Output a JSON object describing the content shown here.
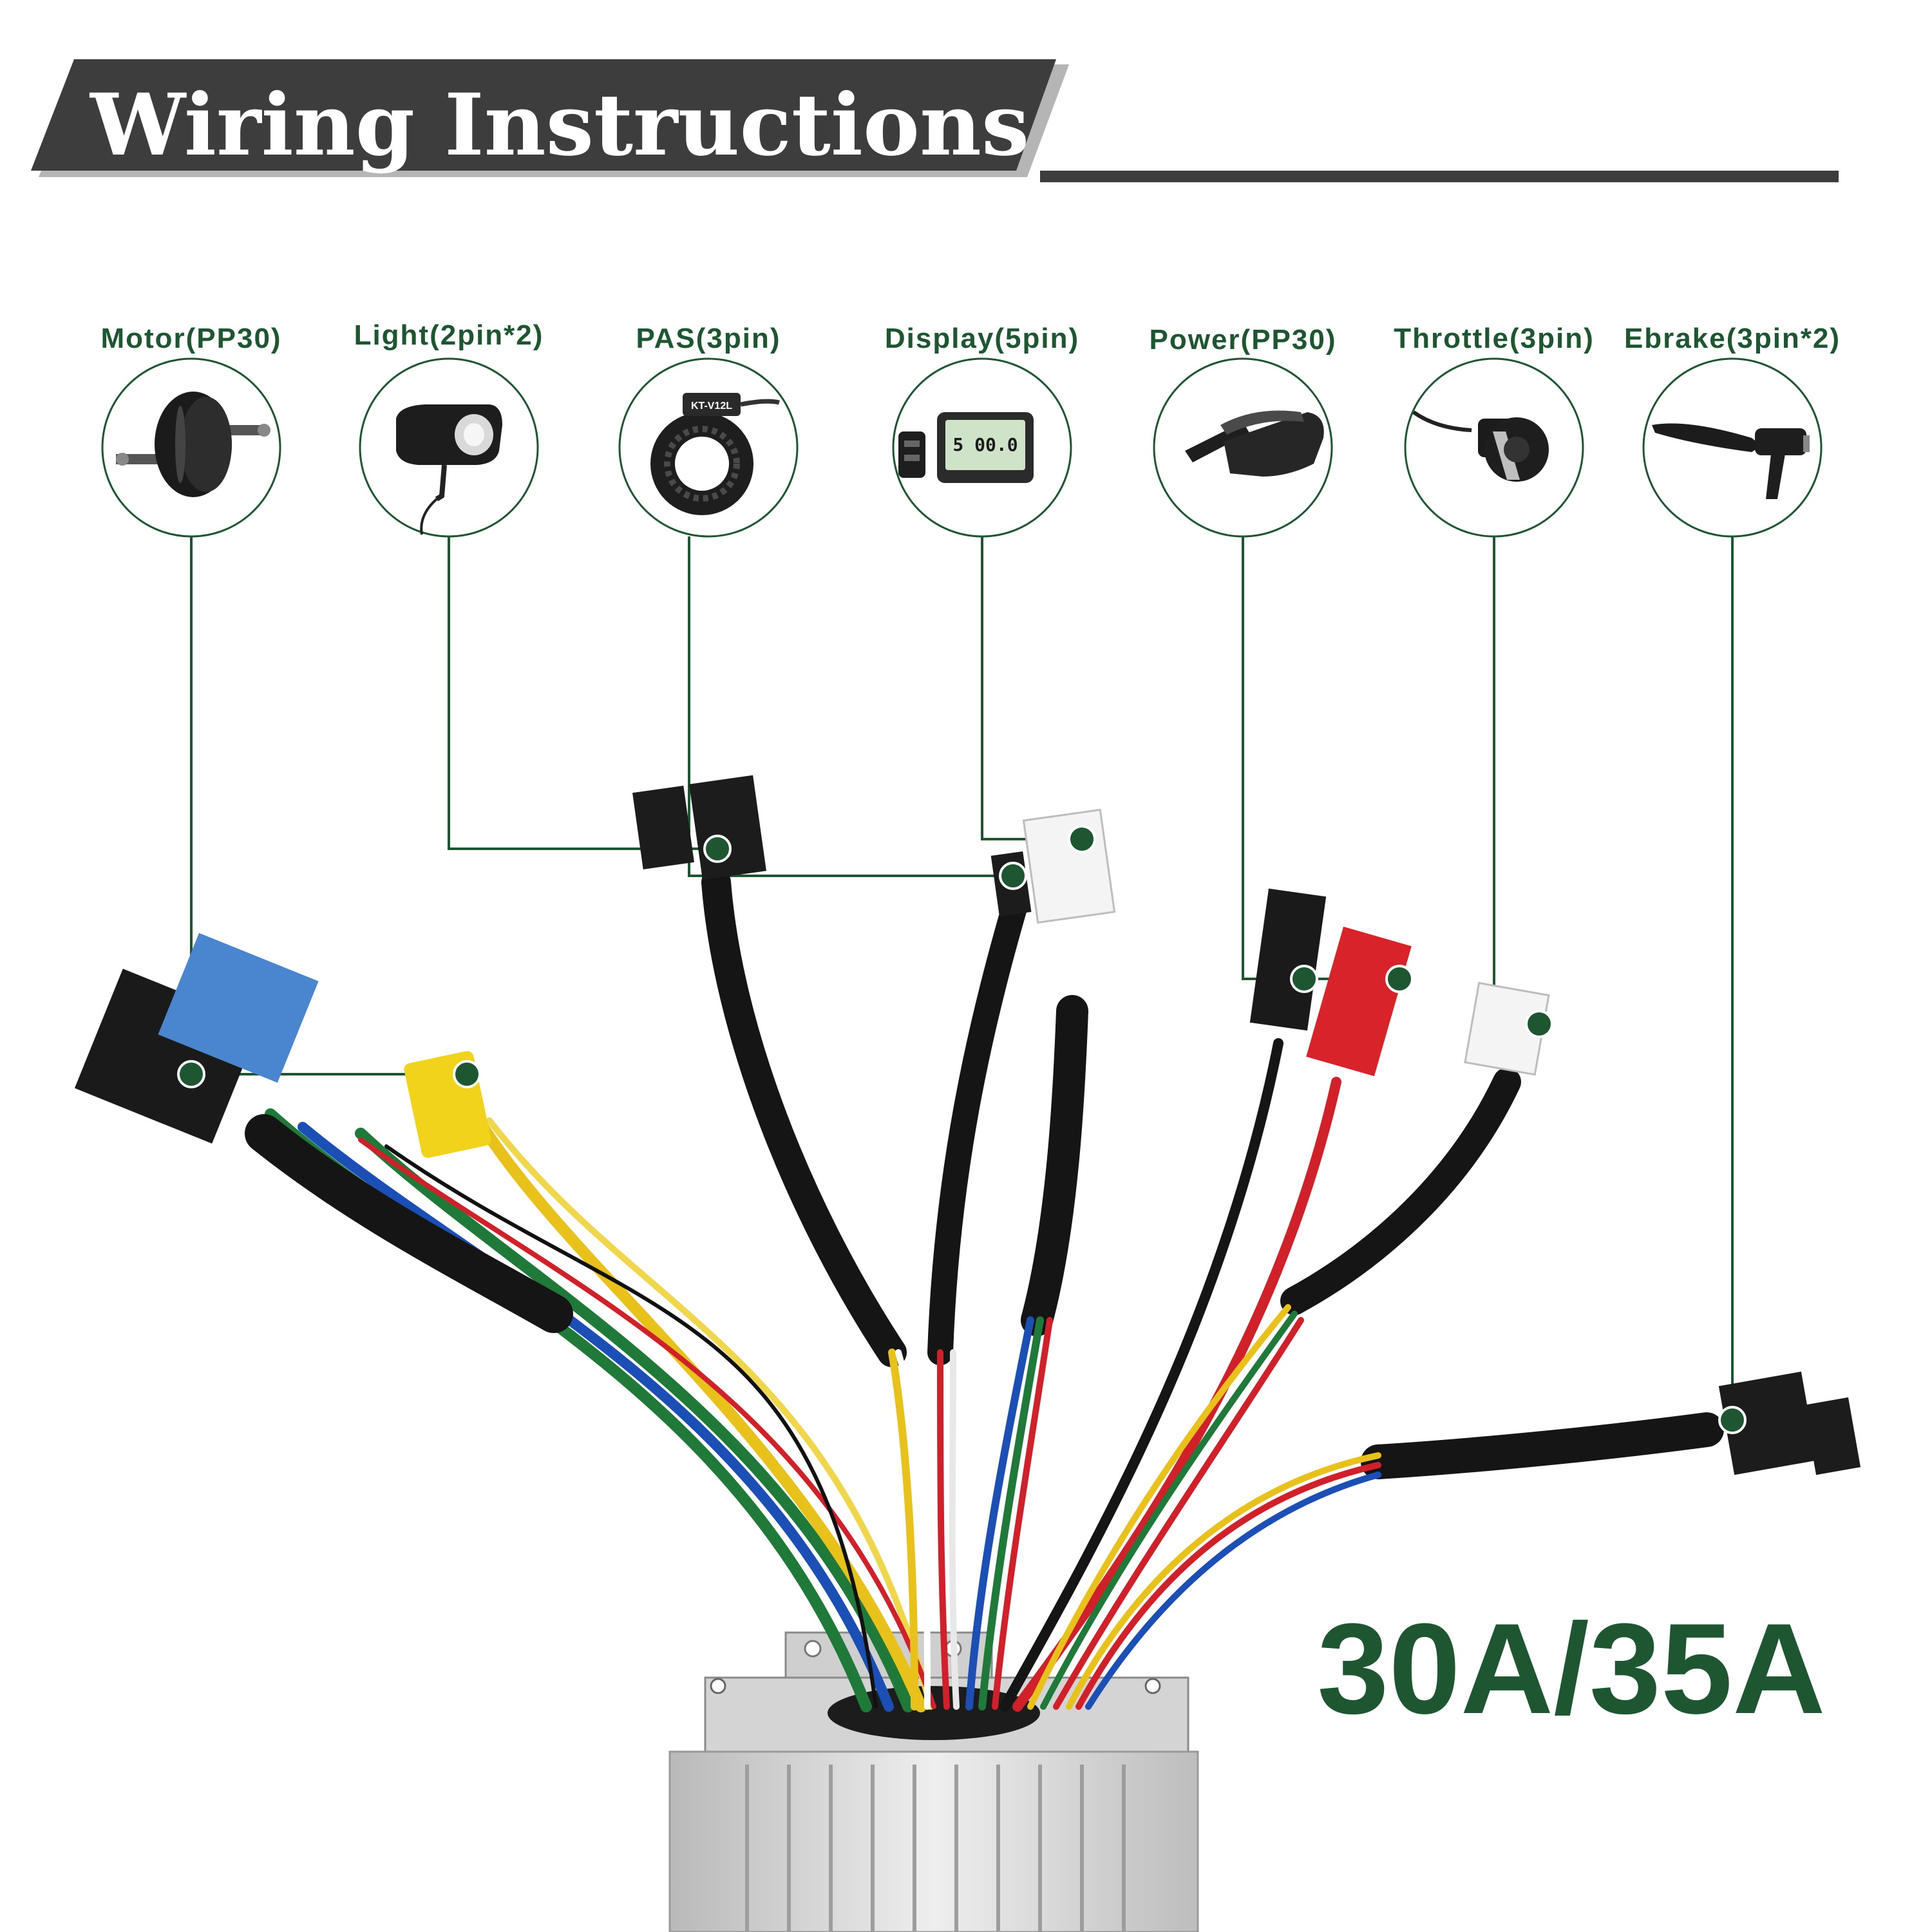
{
  "header": {
    "title": "Wiring Instructions"
  },
  "components": [
    {
      "label": "Motor(PP30)",
      "icon": "hub-motor-icon"
    },
    {
      "label": "Light(2pin*2)",
      "icon": "headlight-icon"
    },
    {
      "label": "PAS(3pin)",
      "icon": "pas-sensor-icon",
      "sensor_text": "KT-V12L"
    },
    {
      "label": "Display(5pin)",
      "icon": "lcd-display-icon",
      "screen_text": "5 00.0"
    },
    {
      "label": "Power(PP30)",
      "icon": "power-connector-icon"
    },
    {
      "label": "Throttle(3pin)",
      "icon": "thumb-throttle-icon"
    },
    {
      "label": "Ebrake(3pin*2)",
      "icon": "brake-lever-icon"
    }
  ],
  "rating": "30A/35A",
  "colors": {
    "accent": "#1e5631",
    "header_band": "#3c3c3c",
    "wire_red": "#d0212a",
    "wire_yellow": "#e8c21a",
    "wire_green": "#1f7a3a",
    "wire_blue": "#1c4fb5",
    "connector_blue": "#4a86d0",
    "connector_yellow": "#f2d31b",
    "connector_red": "#d8232a"
  }
}
